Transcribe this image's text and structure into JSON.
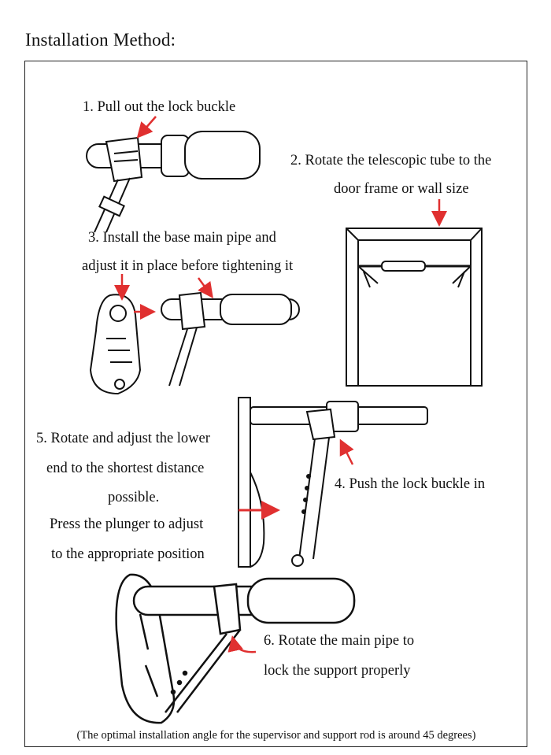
{
  "page": {
    "title": "Installation Method:",
    "note": "(The optimal installation angle for the supervisor and support rod is around 45 degrees)"
  },
  "steps": {
    "s1": "1. Pull out the lock buckle",
    "s2_line1": "2. Rotate the telescopic tube to the",
    "s2_line2": "door frame or wall size",
    "s3_line1": "3. Install the base main pipe and",
    "s3_line2": "adjust it in place before tightening it",
    "s4": "4. Push the lock buckle in",
    "s5_line1": "5. Rotate and adjust the lower",
    "s5_line2": "end to the shortest distance",
    "s5_line3": "possible.",
    "s5_line4": "Press the plunger to adjust",
    "s5_line5": "to the appropriate position",
    "s6_line1": "6. Rotate the main pipe to",
    "s6_line2": "lock the support properly"
  },
  "colors": {
    "arrow": "#e03030",
    "ink": "#111111"
  }
}
